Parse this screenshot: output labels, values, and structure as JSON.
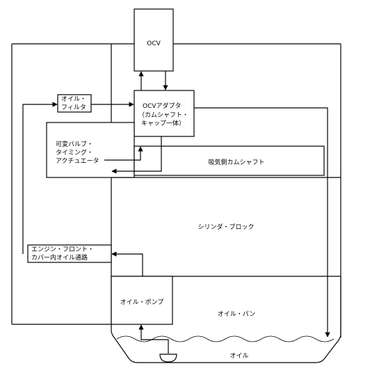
{
  "labels": {
    "ocv": "OCV",
    "ocv_adapter": [
      "OCVアダプタ",
      "（カムシャフト・",
      "キャップ一体）"
    ],
    "oil_filter": [
      "オイル・",
      "フィルタ"
    ],
    "vvt_actuator": [
      "可変バルブ・",
      "タイミング・",
      "アクチュエータ"
    ],
    "intake_camshaft": "吸気側カムシャフト",
    "cylinder_block": "シリンダ・ブロック",
    "front_cover_passage": [
      "エンジン・フロント・",
      "カバー内オイル通路"
    ],
    "oil_pump": "オイル・ポンプ",
    "oil_pan": "オイル・パン",
    "oil": "オイル"
  }
}
